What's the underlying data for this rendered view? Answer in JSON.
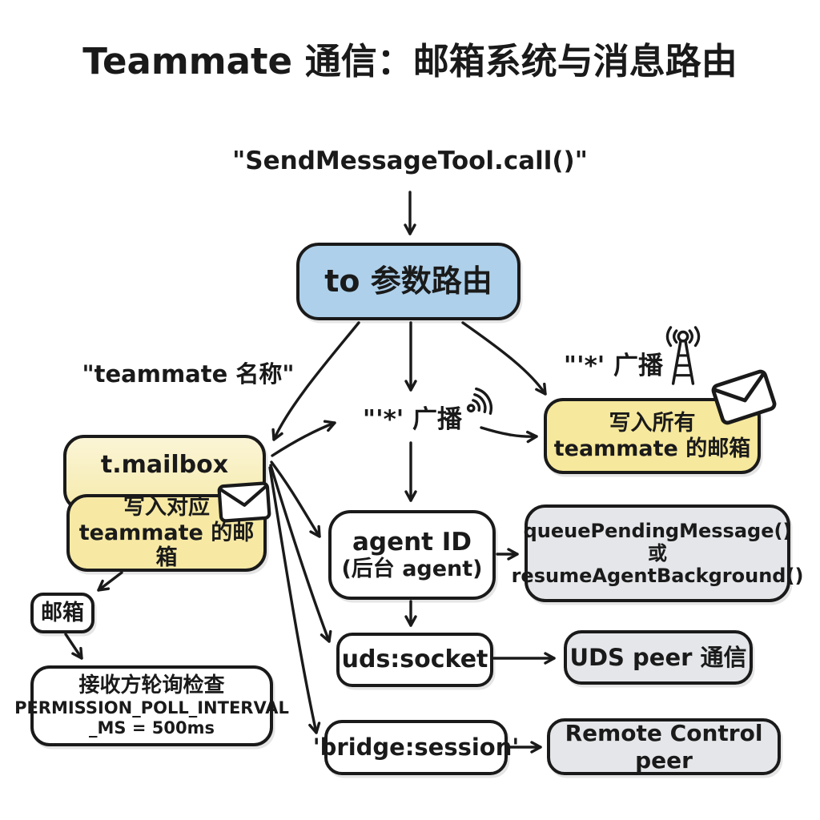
{
  "title": "Teammate 通信：邮箱系统与消息路由",
  "nodes": {
    "send_call": {
      "label": "\"SendMessageTool.call()\""
    },
    "to_router": {
      "label": "to 参数路由"
    },
    "teammate_name": {
      "label": "\"teammate 名称\""
    },
    "broadcast_mid": {
      "label": "\"'*' 广播"
    },
    "broadcast_right": {
      "label": "\"'*' 广播"
    },
    "write_all": {
      "line1": "写入所有",
      "line2": "teammate 的邮箱"
    },
    "t_mailbox": {
      "label": "t.mailbox"
    },
    "write_matching": {
      "line1": "写入对应",
      "line2": "teammate 的邮箱"
    },
    "mailbox": {
      "label": "邮箱"
    },
    "poll": {
      "line1": "接收方轮询检查",
      "line2": "PERMISSION_POLL_INTERVAL",
      "line3": "_MS = 500ms"
    },
    "agent_id": {
      "line1": "agent ID",
      "line2": "(后台 agent)"
    },
    "queue": {
      "line1": "queuePendingMessage()",
      "line2": "或",
      "line3": "resumeAgentBackground()"
    },
    "uds": {
      "label": "'uds:socket'"
    },
    "uds_peer": {
      "label": "UDS peer 通信"
    },
    "bridge": {
      "label": "'bridge:session'"
    },
    "remote_peer": {
      "label": "Remote Control peer"
    }
  },
  "icons": {
    "envelope": "envelope-icon",
    "signal": "wifi-signal-icon",
    "tower": "broadcast-tower-icon"
  },
  "colors": {
    "ink": "#1a1a1a",
    "accent_blue": "#aed0ea",
    "accent_yellow": "#f6e89c",
    "accent_yellow_light": "#faf2cb",
    "neutral_gray": "#e4e6e9",
    "background": "#ffffff"
  }
}
